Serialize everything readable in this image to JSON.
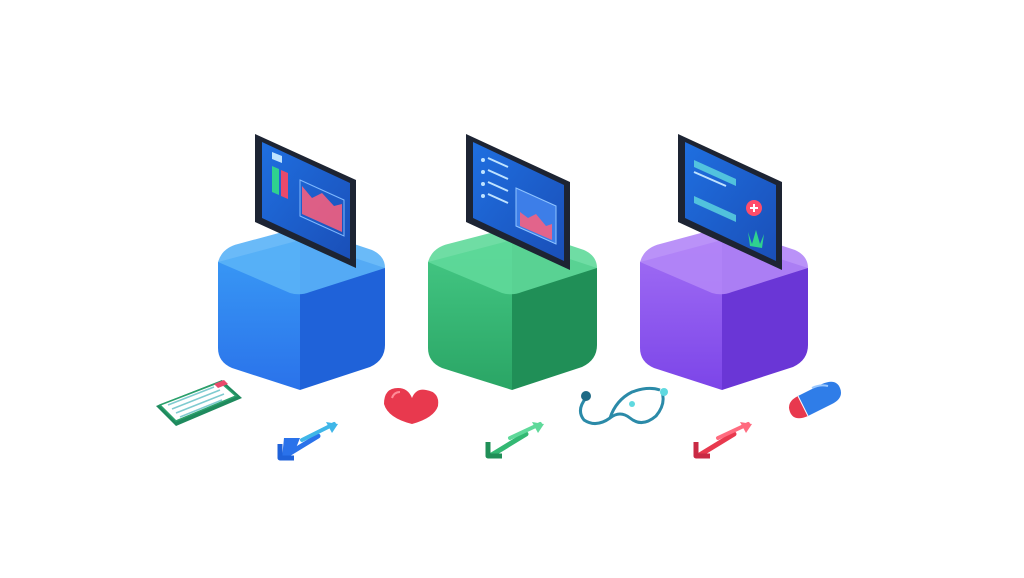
{
  "scene": {
    "background": "#ffffff",
    "pedestals": [
      {
        "name": "blue",
        "top": "#5ab3f7",
        "front": "#2e86f0",
        "side": "#1f62d9",
        "screen": "analytics-dashboard"
      },
      {
        "name": "green",
        "top": "#5fd99a",
        "front": "#33b873",
        "side": "#208f57",
        "screen": "task-list-with-chart"
      },
      {
        "name": "purple",
        "top": "#b386f7",
        "front": "#8a53ee",
        "side": "#6a36d6",
        "screen": "medical-record"
      }
    ],
    "icons": [
      "clipboard-icon",
      "blue-arrows-icon",
      "heart-icon",
      "green-arrows-icon",
      "stethoscope-icon",
      "red-arrows-icon",
      "pill-capsule-icon"
    ]
  }
}
